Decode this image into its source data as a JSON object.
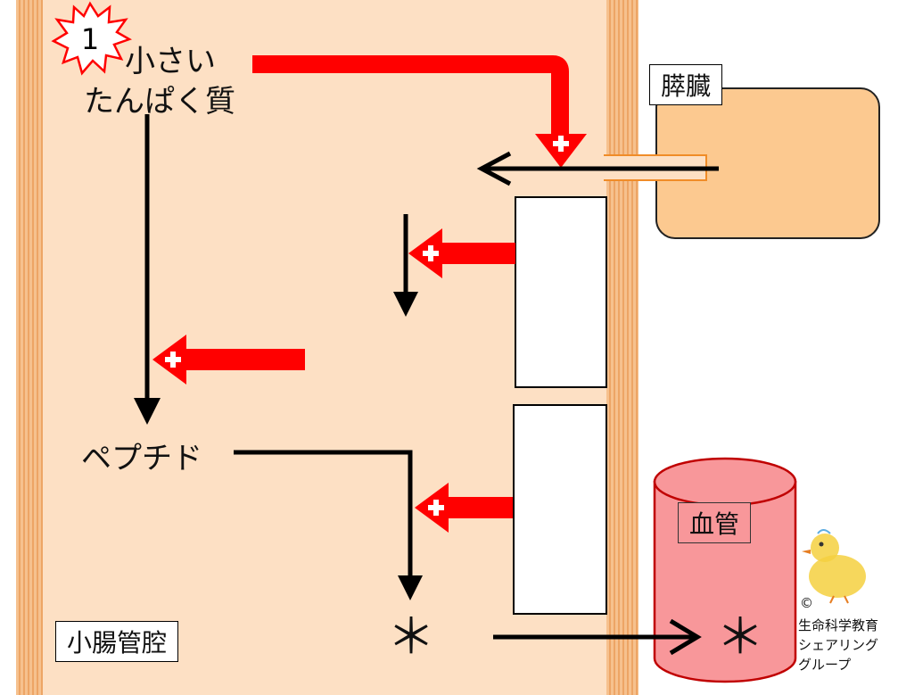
{
  "badge": "1",
  "protein_label_line1": "小さい",
  "protein_label_line2": "たんぱく質",
  "peptide_label": "ペプチド",
  "asterisk_lumen": "＊",
  "asterisk_blood": "＊",
  "pancreas_label": "膵臓",
  "blood_vessel_label": "血管",
  "lumen_label": "小腸管腔",
  "copyright_symbol": "©",
  "credit_line1": "生命科学教育",
  "credit_line2": "シェアリング",
  "credit_line3": "グループ",
  "colors": {
    "lumen": "#fde0c4",
    "wall": "#f2b27a",
    "arrow_red": "#ff0000",
    "pancreas": "#fcc990",
    "vessel": "#f8979a",
    "vessel_stroke": "#c00000"
  }
}
